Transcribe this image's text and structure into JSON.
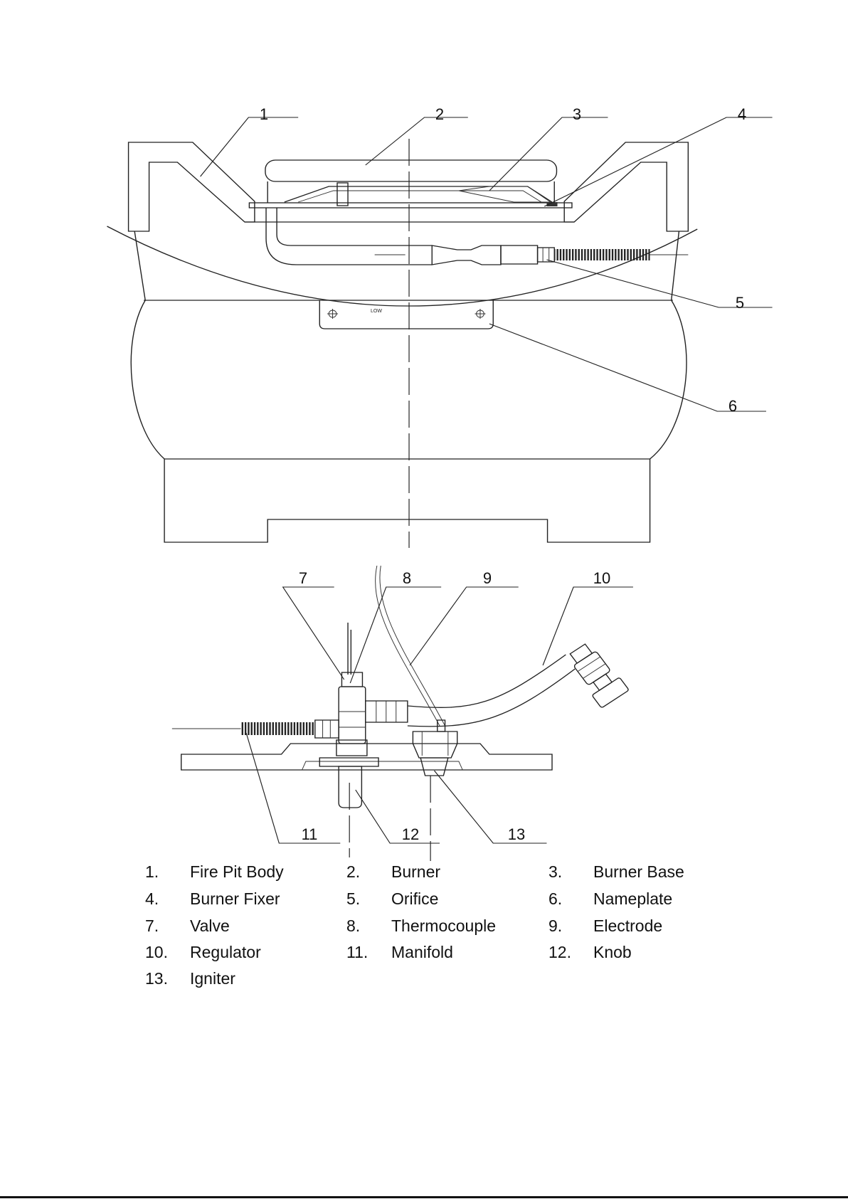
{
  "callouts": [
    "1",
    "2",
    "3",
    "4",
    "5",
    "6",
    "7",
    "8",
    "9",
    "10",
    "11",
    "12",
    "13"
  ],
  "nameplate": {
    "label": "LOW"
  },
  "parts_list": [
    {
      "num": "1.",
      "name": "Fire Pit Body"
    },
    {
      "num": "2.",
      "name": "Burner"
    },
    {
      "num": "3.",
      "name": "Burner Base"
    },
    {
      "num": "4.",
      "name": "Burner Fixer"
    },
    {
      "num": "5.",
      "name": "Orifice"
    },
    {
      "num": "6.",
      "name": "Nameplate"
    },
    {
      "num": "7.",
      "name": "Valve"
    },
    {
      "num": "8.",
      "name": "Thermocouple"
    },
    {
      "num": "9.",
      "name": "Electrode"
    },
    {
      "num": "10.",
      "name": "Regulator"
    },
    {
      "num": "11.",
      "name": "Manifold"
    },
    {
      "num": "12.",
      "name": "Knob"
    },
    {
      "num": "13.",
      "name": "Igniter"
    }
  ]
}
